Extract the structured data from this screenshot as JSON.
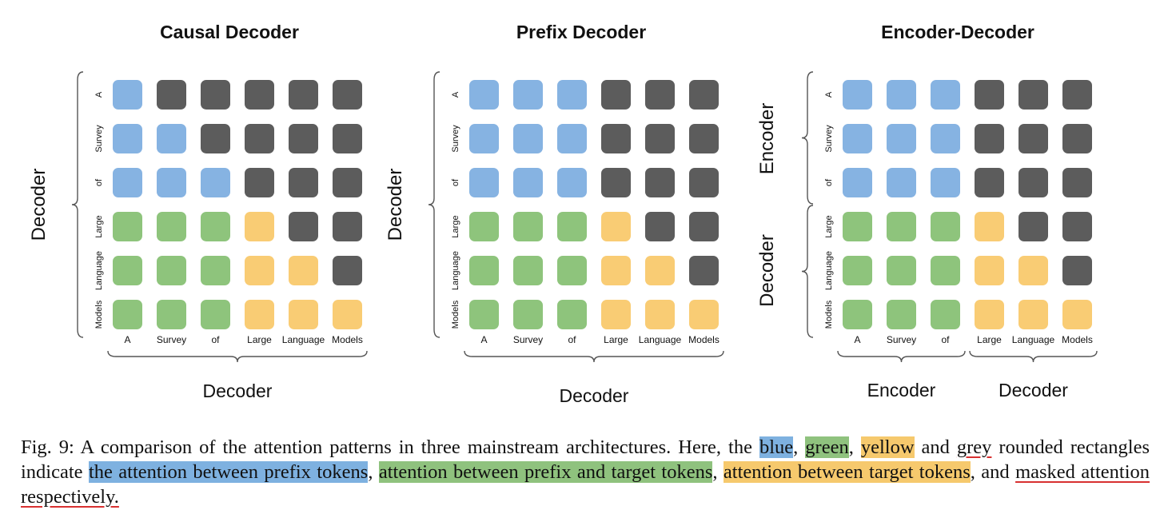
{
  "colors": {
    "blue": "#86b3e2",
    "green": "#8ec47c",
    "yellow": "#f9cc74",
    "grey": "#5c5c5c",
    "brace": "#555555"
  },
  "tokens": [
    "A",
    "Survey",
    "of",
    "Large",
    "Language",
    "Models"
  ],
  "panels": [
    {
      "title": "Causal Decoder",
      "left_label": "Decoder",
      "bottom_label": "Decoder",
      "matrix": [
        [
          "blue",
          "grey",
          "grey",
          "grey",
          "grey",
          "grey"
        ],
        [
          "blue",
          "blue",
          "grey",
          "grey",
          "grey",
          "grey"
        ],
        [
          "blue",
          "blue",
          "blue",
          "grey",
          "grey",
          "grey"
        ],
        [
          "green",
          "green",
          "green",
          "yellow",
          "grey",
          "grey"
        ],
        [
          "green",
          "green",
          "green",
          "yellow",
          "yellow",
          "grey"
        ],
        [
          "green",
          "green",
          "green",
          "yellow",
          "yellow",
          "yellow"
        ]
      ]
    },
    {
      "title": "Prefix Decoder",
      "left_label": "Decoder",
      "bottom_label": "Decoder",
      "matrix": [
        [
          "blue",
          "blue",
          "blue",
          "grey",
          "grey",
          "grey"
        ],
        [
          "blue",
          "blue",
          "blue",
          "grey",
          "grey",
          "grey"
        ],
        [
          "blue",
          "blue",
          "blue",
          "grey",
          "grey",
          "grey"
        ],
        [
          "green",
          "green",
          "green",
          "yellow",
          "grey",
          "grey"
        ],
        [
          "green",
          "green",
          "green",
          "yellow",
          "yellow",
          "grey"
        ],
        [
          "green",
          "green",
          "green",
          "yellow",
          "yellow",
          "yellow"
        ]
      ]
    },
    {
      "title": "Encoder-Decoder",
      "left_label_top": "Encoder",
      "left_label_bottom": "Decoder",
      "bottom_label_left": "Encoder",
      "bottom_label_right": "Decoder",
      "matrix": [
        [
          "blue",
          "blue",
          "blue",
          "grey",
          "grey",
          "grey"
        ],
        [
          "blue",
          "blue",
          "blue",
          "grey",
          "grey",
          "grey"
        ],
        [
          "blue",
          "blue",
          "blue",
          "grey",
          "grey",
          "grey"
        ],
        [
          "green",
          "green",
          "green",
          "yellow",
          "grey",
          "grey"
        ],
        [
          "green",
          "green",
          "green",
          "yellow",
          "yellow",
          "grey"
        ],
        [
          "green",
          "green",
          "green",
          "yellow",
          "yellow",
          "yellow"
        ]
      ]
    }
  ],
  "caption": {
    "p1": "Fig. 9: A comparison of the attention patterns in three mainstream architectures. Here, the ",
    "blue": "blue",
    "sep1": ", ",
    "green": "green",
    "sep2": ", ",
    "yellow": "yellow",
    "and": " and ",
    "grey": "grey",
    "p2": " rounded rectangles indicate ",
    "blue_desc": "the attention between prefix tokens",
    "sep3": ", ",
    "green_desc": "attention between prefix and target tokens",
    "sep4": ", ",
    "yellow_desc": "attention between target tokens",
    "p3": ", and ",
    "grey_desc": "masked attention respectively."
  }
}
